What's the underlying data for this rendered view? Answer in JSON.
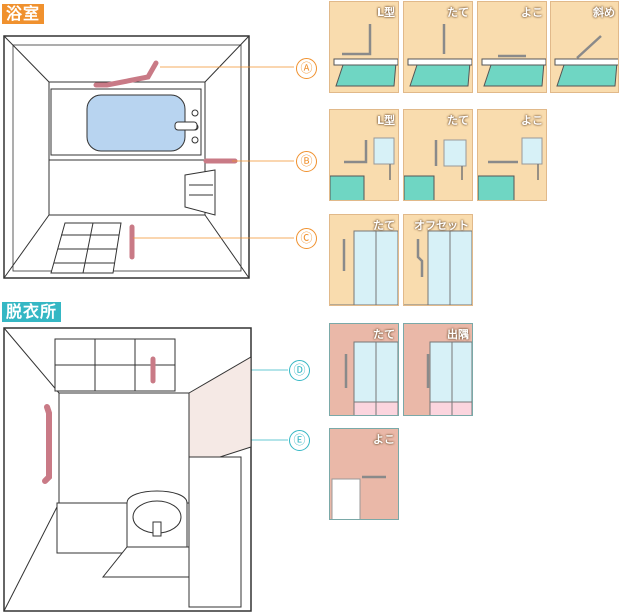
{
  "sections": {
    "bathroom": {
      "label": "浴室",
      "color": "#f0912e"
    },
    "dressing": {
      "label": "脱衣所",
      "color": "#35b7c4"
    }
  },
  "markers": [
    {
      "id": "A",
      "label": "Ⓐ"
    },
    {
      "id": "B",
      "label": "Ⓑ"
    },
    {
      "id": "C",
      "label": "Ⓒ"
    },
    {
      "id": "D",
      "label": "Ⓓ"
    },
    {
      "id": "E",
      "label": "Ⓔ"
    }
  ],
  "rows": {
    "A": [
      "L型",
      "たて",
      "よこ",
      "斜め"
    ],
    "B": [
      "L型",
      "たて",
      "よこ"
    ],
    "C": [
      "たて",
      "オフセット"
    ],
    "D": [
      "たて",
      "出隅"
    ],
    "E": [
      "よこ"
    ]
  },
  "colors": {
    "accent_bath": "#f0912e",
    "accent_dressing": "#35b7c4",
    "handrail": "#c97a86",
    "wall_bath": "#f9dcae",
    "wall_dressing": "#eab8a8",
    "water": "#6fd6c3"
  }
}
